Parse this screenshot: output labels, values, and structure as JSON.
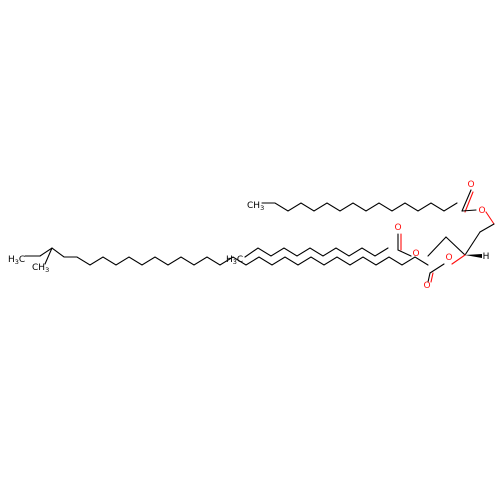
{
  "colors": {
    "carbon": "#000000",
    "oxygen": "#ff0d0d",
    "background": "#ffffff"
  },
  "atoms": {
    "o_upper_carbonyl": "O",
    "o_upper_ester": "O",
    "o_middle_carbonyl": "O",
    "o_middle_ester": "O",
    "o_lower_ester": "O",
    "o_lower_carbonyl": "O",
    "h_stereo": "H"
  },
  "methyls": {
    "top_chain_end": {
      "main": "CH",
      "sub": "3"
    },
    "middle_chain_end": {
      "main": "H",
      "sub": "3",
      "tail": "C"
    },
    "bottom_chain_end": {
      "main": "H",
      "sub": "3",
      "tail": "C"
    },
    "branch_methyl": {
      "main": "CH",
      "sub": "3"
    }
  }
}
